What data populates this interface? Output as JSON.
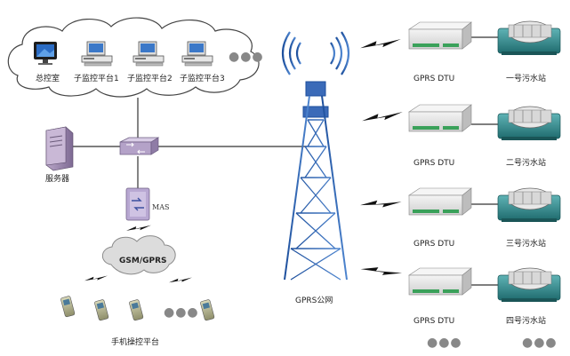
{
  "control_room": {
    "main_label": "总控室",
    "sub_platforms": [
      "子监控平台1",
      "子监控平台2",
      "子监控平台3"
    ],
    "more": "●●●"
  },
  "server": {
    "label": "服务器"
  },
  "mas": {
    "label": "MAS"
  },
  "gsm": {
    "label": "GSM/GPRS"
  },
  "mobile": {
    "label": "手机操控平台",
    "more": "●●●"
  },
  "tower": {
    "label": "GPRS公网"
  },
  "stations": [
    {
      "dtu_label": "GPRS DTU",
      "station_label": "一号污水站"
    },
    {
      "dtu_label": "GPRS DTU",
      "station_label": "二号污水站"
    },
    {
      "dtu_label": "GPRS DTU",
      "station_label": "三号污水站"
    },
    {
      "dtu_label": "GPRS DTU",
      "station_label": "四号污水站"
    }
  ],
  "stations_more": {
    "dtu": "●●●",
    "station": "●●●"
  },
  "colors": {
    "device_blue": "#2a5ea8",
    "station_teal": "#2f8a8c",
    "lightning": "#111111",
    "cloud_stroke": "#444444"
  }
}
